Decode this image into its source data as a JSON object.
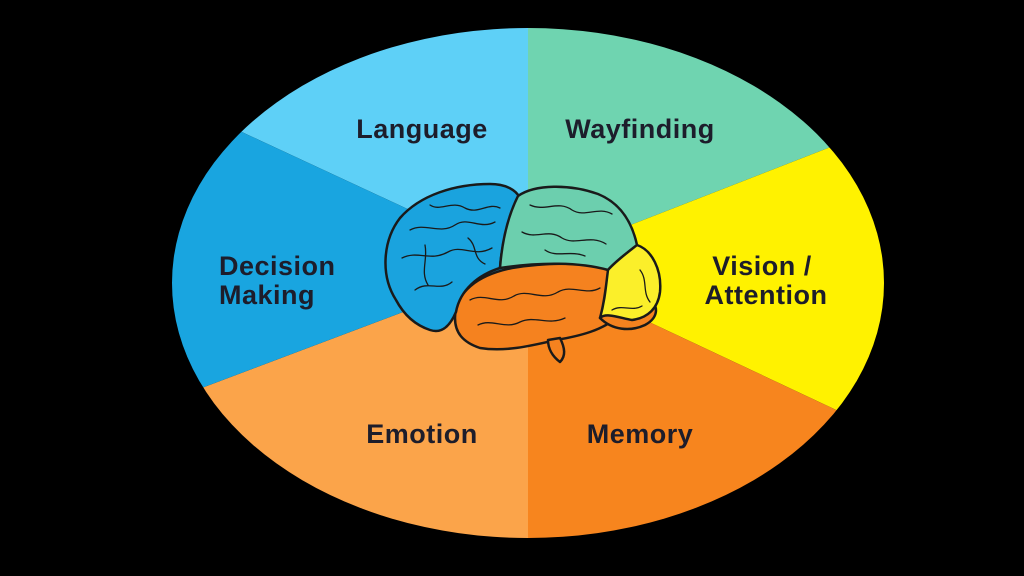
{
  "diagram": {
    "background": "#000000",
    "segments": [
      {
        "name": "language",
        "lines": [
          "Language"
        ],
        "color": "#5ed0f7"
      },
      {
        "name": "wayfinding",
        "lines": [
          "Wayfinding"
        ],
        "color": "#6fd4b0"
      },
      {
        "name": "vision-attention",
        "lines": [
          "Vision /",
          "Attention"
        ],
        "color": "#fff200"
      },
      {
        "name": "memory",
        "lines": [
          "Memory"
        ],
        "color": "#f7851e"
      },
      {
        "name": "emotion",
        "lines": [
          "Emotion"
        ],
        "color": "#fba44a"
      },
      {
        "name": "decision-making",
        "lines": [
          "Decision",
          "Making"
        ],
        "color": "#19a5e0"
      }
    ],
    "brain": {
      "lobes": [
        {
          "name": "frontal-lobe",
          "color": "#1aa3de"
        },
        {
          "name": "parietal-lobe",
          "color": "#6ccfae"
        },
        {
          "name": "occipital-lobe",
          "color": "#fbef2a"
        },
        {
          "name": "temporal-lobe",
          "color": "#f5821f"
        },
        {
          "name": "cerebellum",
          "color": "#f5821f"
        }
      ],
      "outline_color": "#1a1a1a"
    }
  }
}
